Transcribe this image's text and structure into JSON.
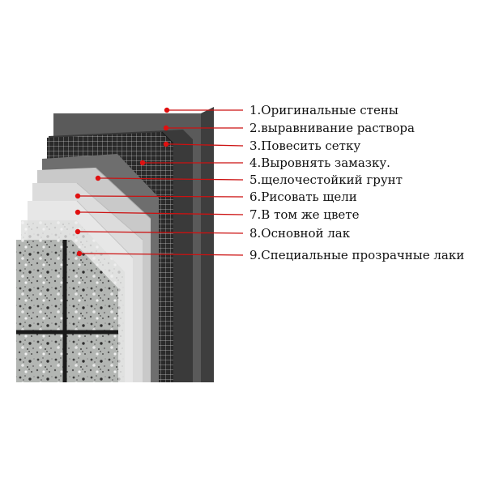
{
  "diagram": {
    "labels": [
      "1.Оригинальные стены",
      "2.выравнивание раствора",
      "3.Повесить сетку",
      "4.Выровнять замазку.",
      "5.щелочестойкий грунт",
      "6.Рисовать щели",
      "7.В том же цвете",
      "8.Основной лак",
      "9.Специальные прозрачные лаки"
    ],
    "colors": {
      "leader_line": "#cc1111",
      "marker_dot": "#e01010",
      "wall": "#5a5a5a",
      "mortar": "#3a3a3a",
      "mesh_bg": "#2a2a2a",
      "mesh_grid": "#bfbfbf",
      "putty": "#6e6e6e",
      "primer": "#c9c9c9",
      "gap_paint": "#dcdcdc",
      "same_color": "#e7e7e7",
      "base_varnish": "#f2f2f2",
      "stone_panel": "#b0b3b0",
      "joint": "#1a1a1a"
    }
  }
}
